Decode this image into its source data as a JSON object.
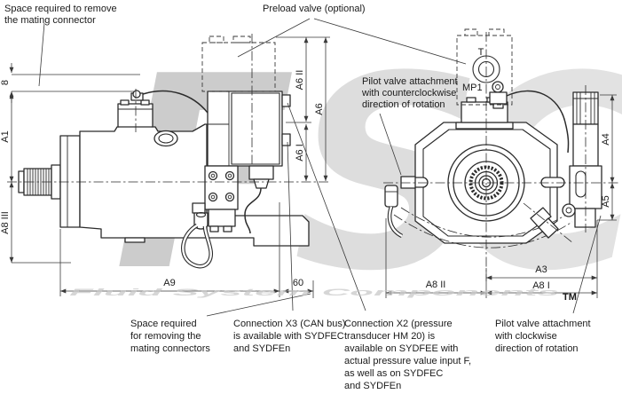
{
  "drawing": {
    "background": "#ffffff",
    "line_color": "#2b2b2b",
    "dim_color": "#3a3a3a",
    "text_color": "#1a1a1a"
  },
  "watermark": {
    "letters": [
      "F",
      "S",
      "C"
    ],
    "red": "#c0392b",
    "gray": "#8a8a8a",
    "text": "Fluid System Components",
    "tm": "TM",
    "text_color": "#c9c9c9"
  },
  "callouts": {
    "mating_connector_top": [
      "Space required to remove",
      "the mating connector"
    ],
    "preload_valve": "Preload valve (optional)",
    "pilot_ccw": [
      "Pilot valve attachment",
      "with counterclockwise",
      "direction of rotation"
    ],
    "mp1": "MP1",
    "t_port": "T",
    "mating_connectors_bottom": [
      "Space required",
      "for removing the",
      "mating connectors"
    ],
    "connection_x3": [
      "Connection X3 (CAN bus)",
      "is available with SYDFEC",
      "and SYDFEn"
    ],
    "connection_x2": [
      "Connection X2 (pressure",
      "transducer HM 20) is",
      "available on SYDFEE with",
      "actual pressure value input F,",
      "as well as on SYDFEC",
      "and SYDFEn"
    ],
    "pilot_cw": [
      "Pilot valve attachment",
      "with clockwise",
      "direction of rotation"
    ]
  },
  "dimensions": {
    "d8": "8",
    "a1": "A1",
    "a8_3": "A8 III",
    "a6_2": "A6 II",
    "a6": "A6",
    "a6_1": "A6 I",
    "a9": "A9",
    "d60": "60",
    "a8_2": "A8 II",
    "a3": "A3",
    "a8_1": "A8 I",
    "a4": "A4",
    "a5": "A5"
  }
}
